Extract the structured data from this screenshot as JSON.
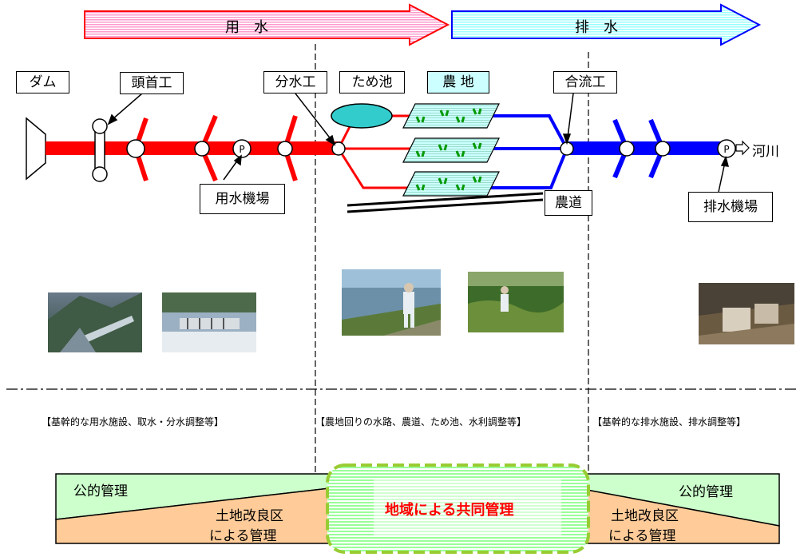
{
  "flow": {
    "water_use": "用　水",
    "drainage": "排　水"
  },
  "labels": {
    "dam": "ダム",
    "headworks": "頭首工",
    "diversion": "分水工",
    "reservoir": "ため池",
    "farmland": "農 地",
    "confluence": "合流工",
    "pump_use": "用水機場",
    "farm_road": "農道",
    "pump_drain": "排水機場",
    "river": "河川",
    "pump_symbol": "P"
  },
  "sections": {
    "left": "【基幹的な用水施設、取水・分水調整等】",
    "middle": "【農地回りの水路、農道、ため池、水利調整等】",
    "right": "【基幹的な排水施設、排水調整等】"
  },
  "management": {
    "public_left": "公的管理",
    "public_right": "公的管理",
    "land_left_1": "土地改良区",
    "land_left_2": "による管理",
    "land_right_1": "土地改良区",
    "land_right_2": "による管理",
    "community": "地域による共同管理"
  },
  "colors": {
    "water_red": "#ff0000",
    "drain_blue": "#0000ff",
    "public_green": "#ccffcc",
    "land_orange": "#ffcc99",
    "community_green": "#99cc33"
  }
}
